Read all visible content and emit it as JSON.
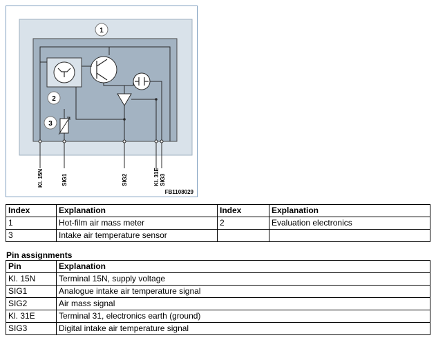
{
  "figure": {
    "callouts": [
      "1",
      "2",
      "3"
    ],
    "pin_labels": [
      "Kl. 15N",
      "SIG1",
      "SIG2",
      "Kl. 31E",
      "SIG3"
    ],
    "figure_code": "FB1108029",
    "colors": {
      "frame": "#7f9fbf",
      "outer": "#d9e2ea",
      "inner": "#a3b3c2",
      "wire": "#2a2a2a"
    }
  },
  "index_table": {
    "headers": [
      "Index",
      "Explanation",
      "Index",
      "Explanation"
    ],
    "rows": [
      [
        "1",
        "Hot-film air mass meter",
        "2",
        "Evaluation electronics"
      ],
      [
        "3",
        "Intake air temperature sensor",
        "",
        ""
      ]
    ]
  },
  "pin_section": {
    "title": "Pin assignments",
    "headers": [
      "Pin",
      "Explanation"
    ],
    "rows": [
      [
        "Kl. 15N",
        "Terminal 15N, supply voltage"
      ],
      [
        "SIG1",
        "Analogue intake air temperature signal"
      ],
      [
        "SIG2",
        "Air mass signal"
      ],
      [
        "Kl. 31E",
        "Terminal 31, electronics earth (ground)"
      ],
      [
        "SIG3",
        "Digital intake air temperature signal"
      ]
    ]
  }
}
